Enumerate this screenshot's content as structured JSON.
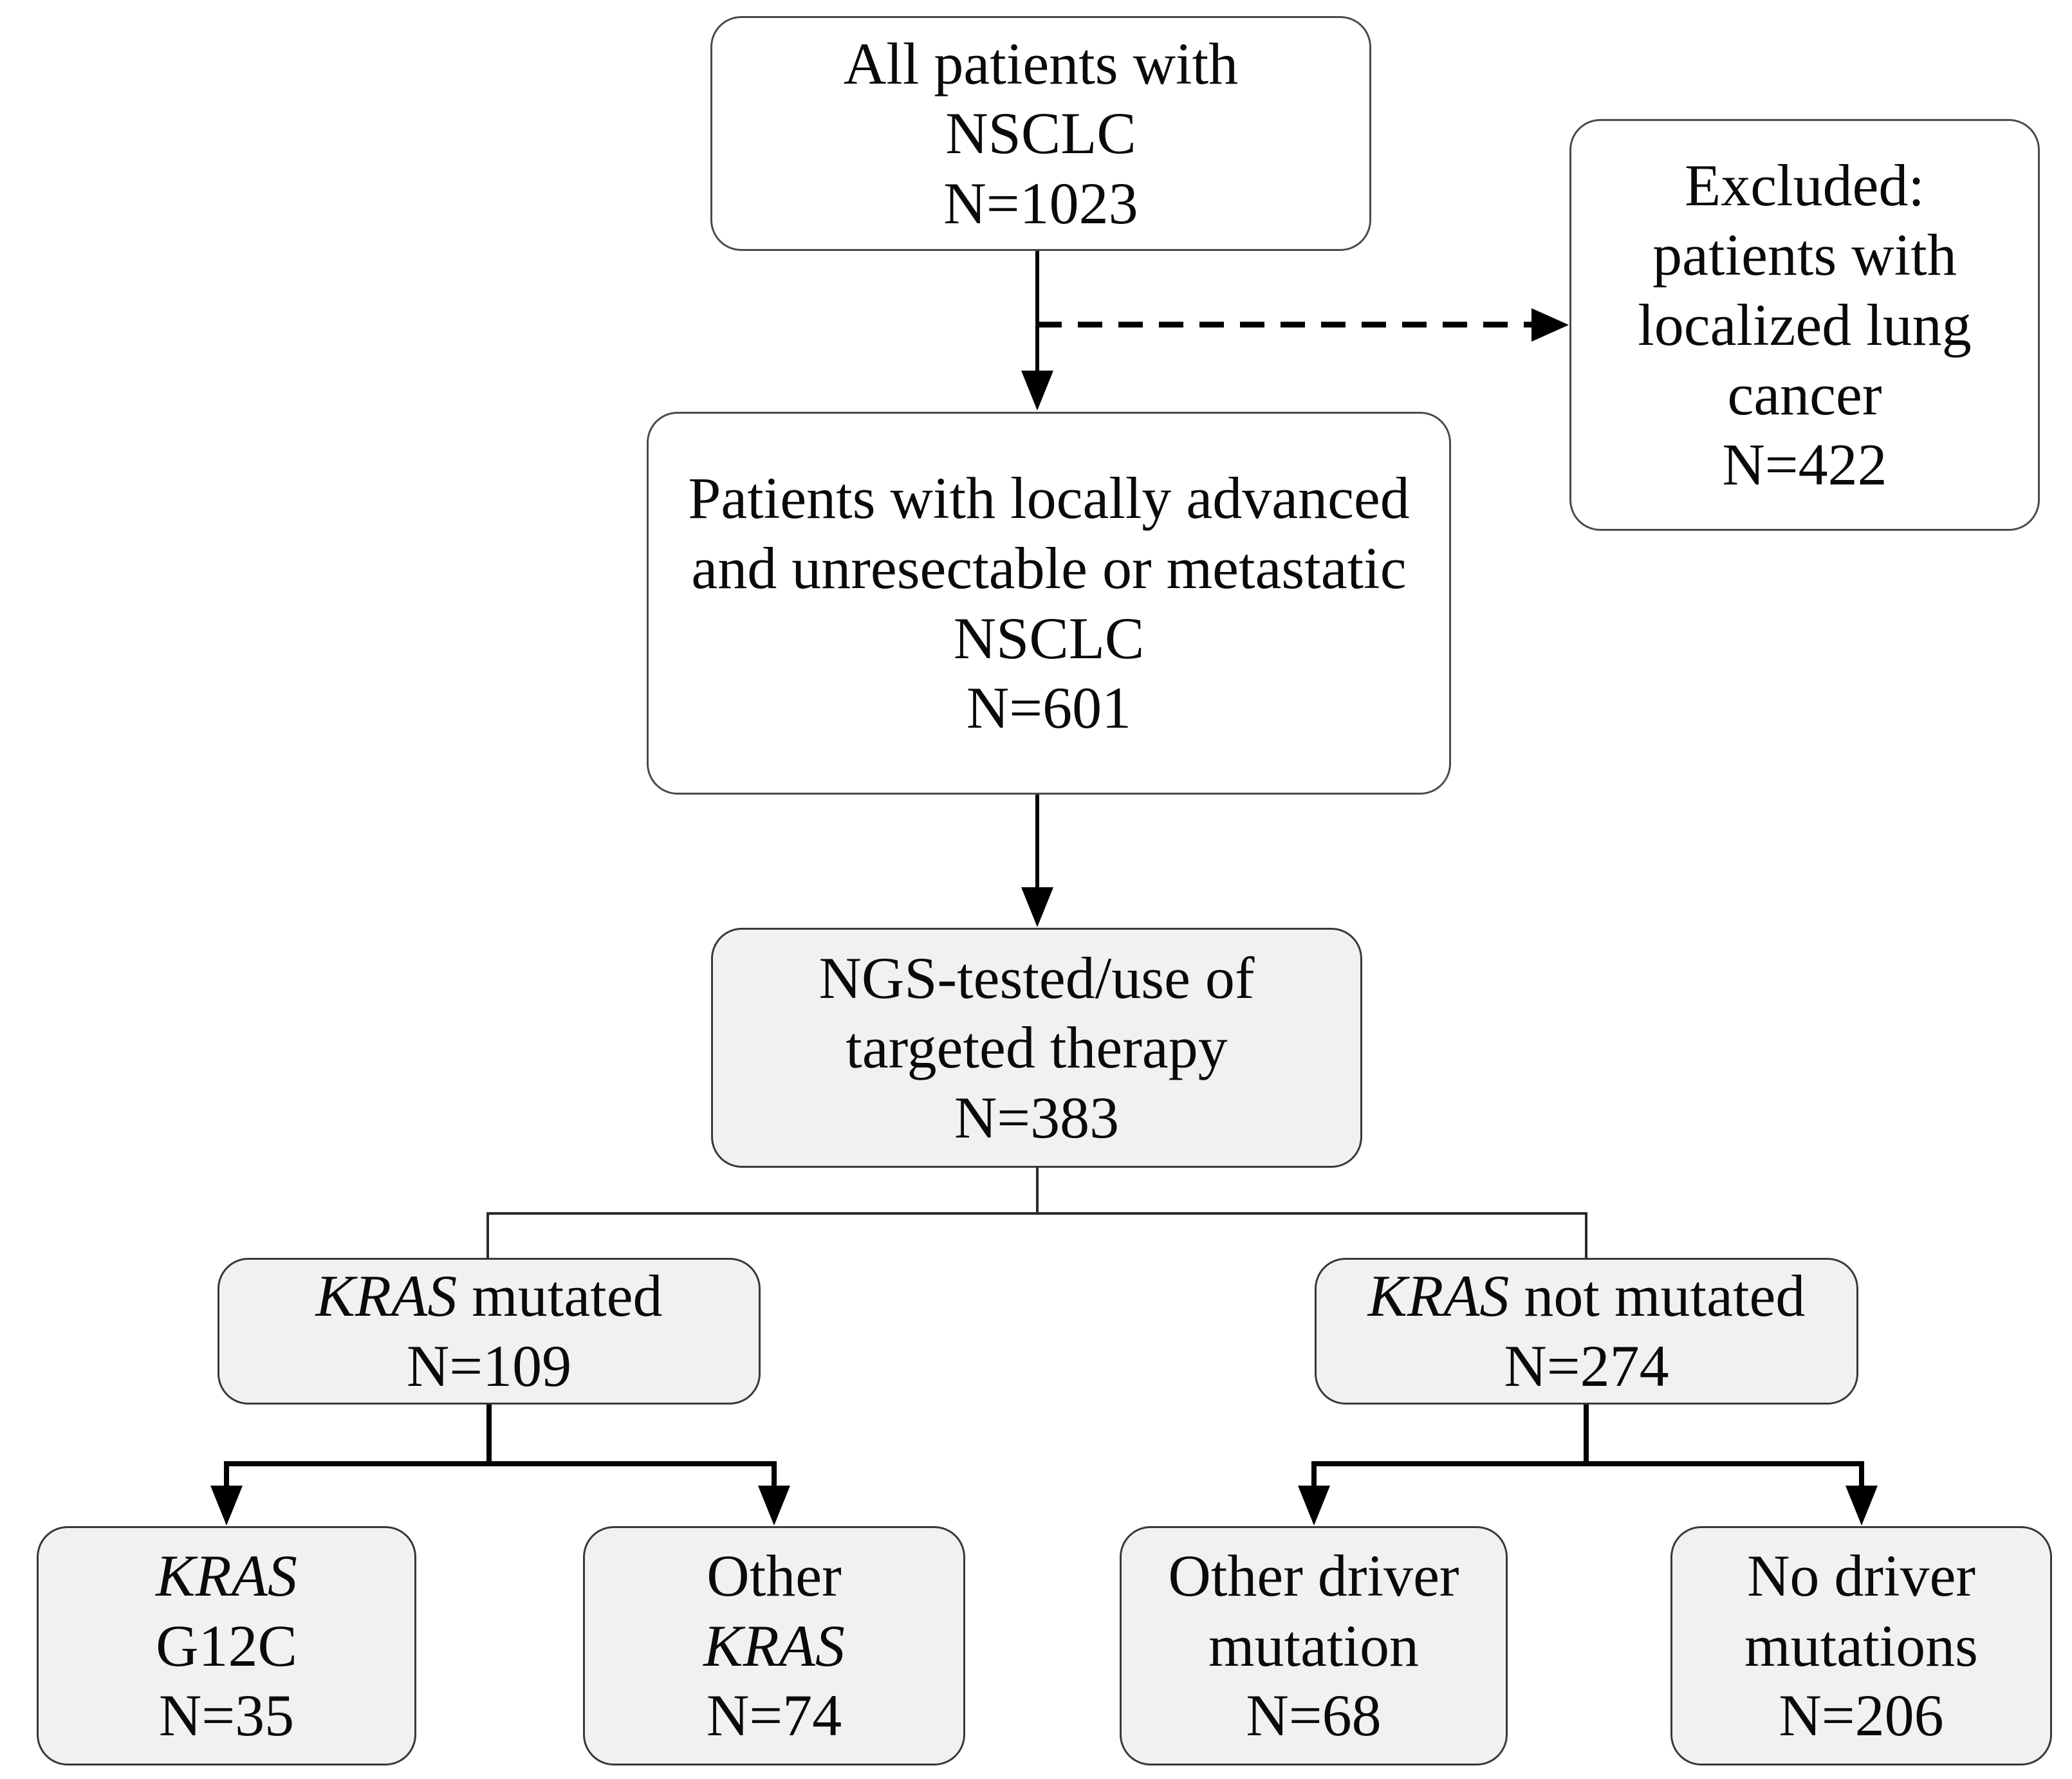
{
  "diagram_type": "patient-flow-chart",
  "colors": {
    "background": "#ffffff",
    "box_fill_white": "#ffffff",
    "box_fill_gray": "#f1f1f1",
    "box_border": "#383838",
    "connector": "#000000"
  },
  "nodes": {
    "all_patients": {
      "fill": "white",
      "lines": [
        [
          {
            "text": "All patients with",
            "italic": false
          }
        ],
        [
          {
            "text": "NSCLC",
            "italic": false
          }
        ],
        [
          {
            "text": "N=1023",
            "italic": false
          }
        ]
      ]
    },
    "excluded": {
      "fill": "white",
      "lines": [
        [
          {
            "text": "Excluded:",
            "italic": false
          }
        ],
        [
          {
            "text": "patients with",
            "italic": false
          }
        ],
        [
          {
            "text": "localized lung",
            "italic": false
          }
        ],
        [
          {
            "text": "cancer",
            "italic": false
          }
        ],
        [
          {
            "text": "N=422",
            "italic": false
          }
        ]
      ]
    },
    "locally_advanced": {
      "fill": "white",
      "lines": [
        [
          {
            "text": "Patients with locally advanced",
            "italic": false
          }
        ],
        [
          {
            "text": "and unresectable or metastatic",
            "italic": false
          }
        ],
        [
          {
            "text": "NSCLC",
            "italic": false
          }
        ],
        [
          {
            "text": "N=601",
            "italic": false
          }
        ]
      ]
    },
    "ngs": {
      "fill": "gray",
      "lines": [
        [
          {
            "text": "NGS-tested/use of",
            "italic": false
          }
        ],
        [
          {
            "text": "targeted therapy",
            "italic": false
          }
        ],
        [
          {
            "text": "N=383",
            "italic": false
          }
        ]
      ]
    },
    "kras_mutated": {
      "fill": "gray",
      "lines": [
        [
          {
            "text": "KRAS ",
            "italic": true
          },
          {
            "text": "mutated",
            "italic": false
          }
        ],
        [
          {
            "text": "N=109",
            "italic": false
          }
        ]
      ]
    },
    "kras_not_mutated": {
      "fill": "gray",
      "lines": [
        [
          {
            "text": "KRAS ",
            "italic": true
          },
          {
            "text": "not mutated",
            "italic": false
          }
        ],
        [
          {
            "text": "N=274",
            "italic": false
          }
        ]
      ]
    },
    "kras_g12c": {
      "fill": "gray",
      "lines": [
        [
          {
            "text": "KRAS",
            "italic": true
          }
        ],
        [
          {
            "text": "G12C",
            "italic": false
          }
        ],
        [
          {
            "text": "N=35",
            "italic": false
          }
        ]
      ]
    },
    "other_kras": {
      "fill": "gray",
      "lines": [
        [
          {
            "text": "Other",
            "italic": false
          }
        ],
        [
          {
            "text": "KRAS",
            "italic": true
          }
        ],
        [
          {
            "text": "N=74",
            "italic": false
          }
        ]
      ]
    },
    "other_driver": {
      "fill": "gray",
      "lines": [
        [
          {
            "text": "Other driver",
            "italic": false
          }
        ],
        [
          {
            "text": "mutation",
            "italic": false
          }
        ],
        [
          {
            "text": "N=68",
            "italic": false
          }
        ]
      ]
    },
    "no_driver": {
      "fill": "gray",
      "lines": [
        [
          {
            "text": "No driver",
            "italic": false
          }
        ],
        [
          {
            "text": "mutations",
            "italic": false
          }
        ],
        [
          {
            "text": "N=206",
            "italic": false
          }
        ]
      ]
    }
  },
  "edges": [
    {
      "from": "all_patients",
      "to": "locally_advanced",
      "style": "solid-arrow"
    },
    {
      "from": "all_patients",
      "to": "excluded",
      "style": "dashed-arrow"
    },
    {
      "from": "locally_advanced",
      "to": "ngs",
      "style": "solid-arrow"
    },
    {
      "from": "ngs",
      "to": "kras_mutated",
      "style": "plain-line"
    },
    {
      "from": "ngs",
      "to": "kras_not_mutated",
      "style": "plain-line"
    },
    {
      "from": "kras_mutated",
      "to": "kras_g12c",
      "style": "solid-arrow"
    },
    {
      "from": "kras_mutated",
      "to": "other_kras",
      "style": "solid-arrow"
    },
    {
      "from": "kras_not_mutated",
      "to": "other_driver",
      "style": "solid-arrow"
    },
    {
      "from": "kras_not_mutated",
      "to": "no_driver",
      "style": "solid-arrow"
    }
  ]
}
